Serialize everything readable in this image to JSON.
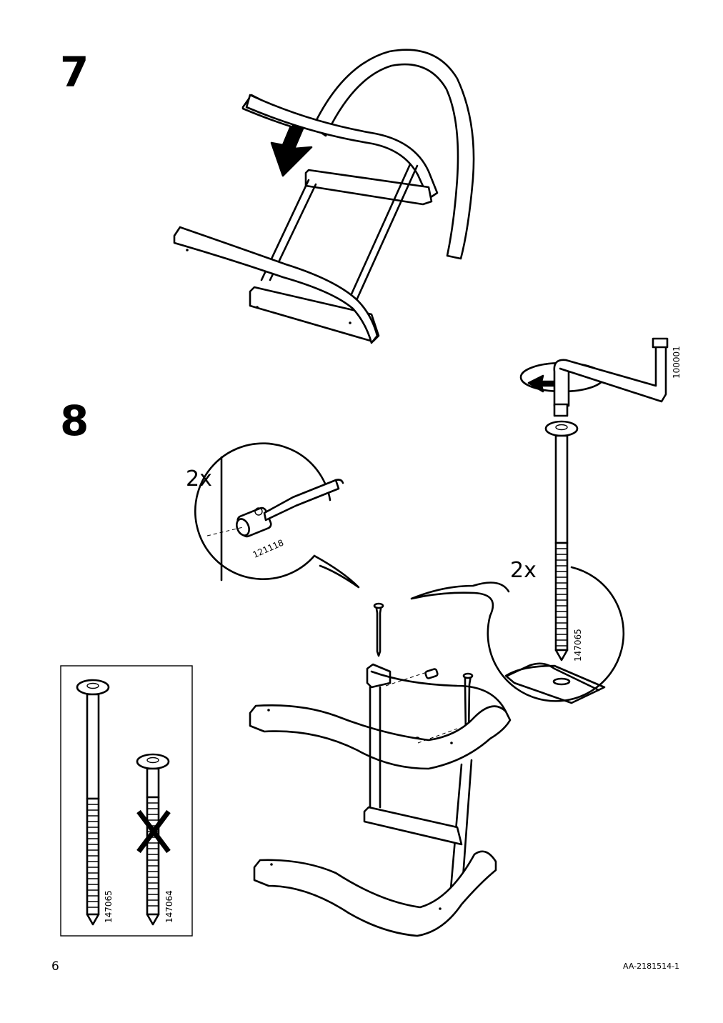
{
  "steps": [
    {
      "number": "7"
    },
    {
      "number": "8"
    }
  ],
  "step8": {
    "barrel_nut": {
      "quantity": "2x",
      "part_number": "121118"
    },
    "bolt": {
      "quantity": "2x",
      "part_number": "147065"
    },
    "allen_key": {
      "part_number": "100001"
    },
    "parts_key": {
      "correct_part": "147065",
      "wrong_part": "147064"
    }
  },
  "footer": {
    "page_number": "6",
    "document_code": "AA-2181514-1"
  }
}
